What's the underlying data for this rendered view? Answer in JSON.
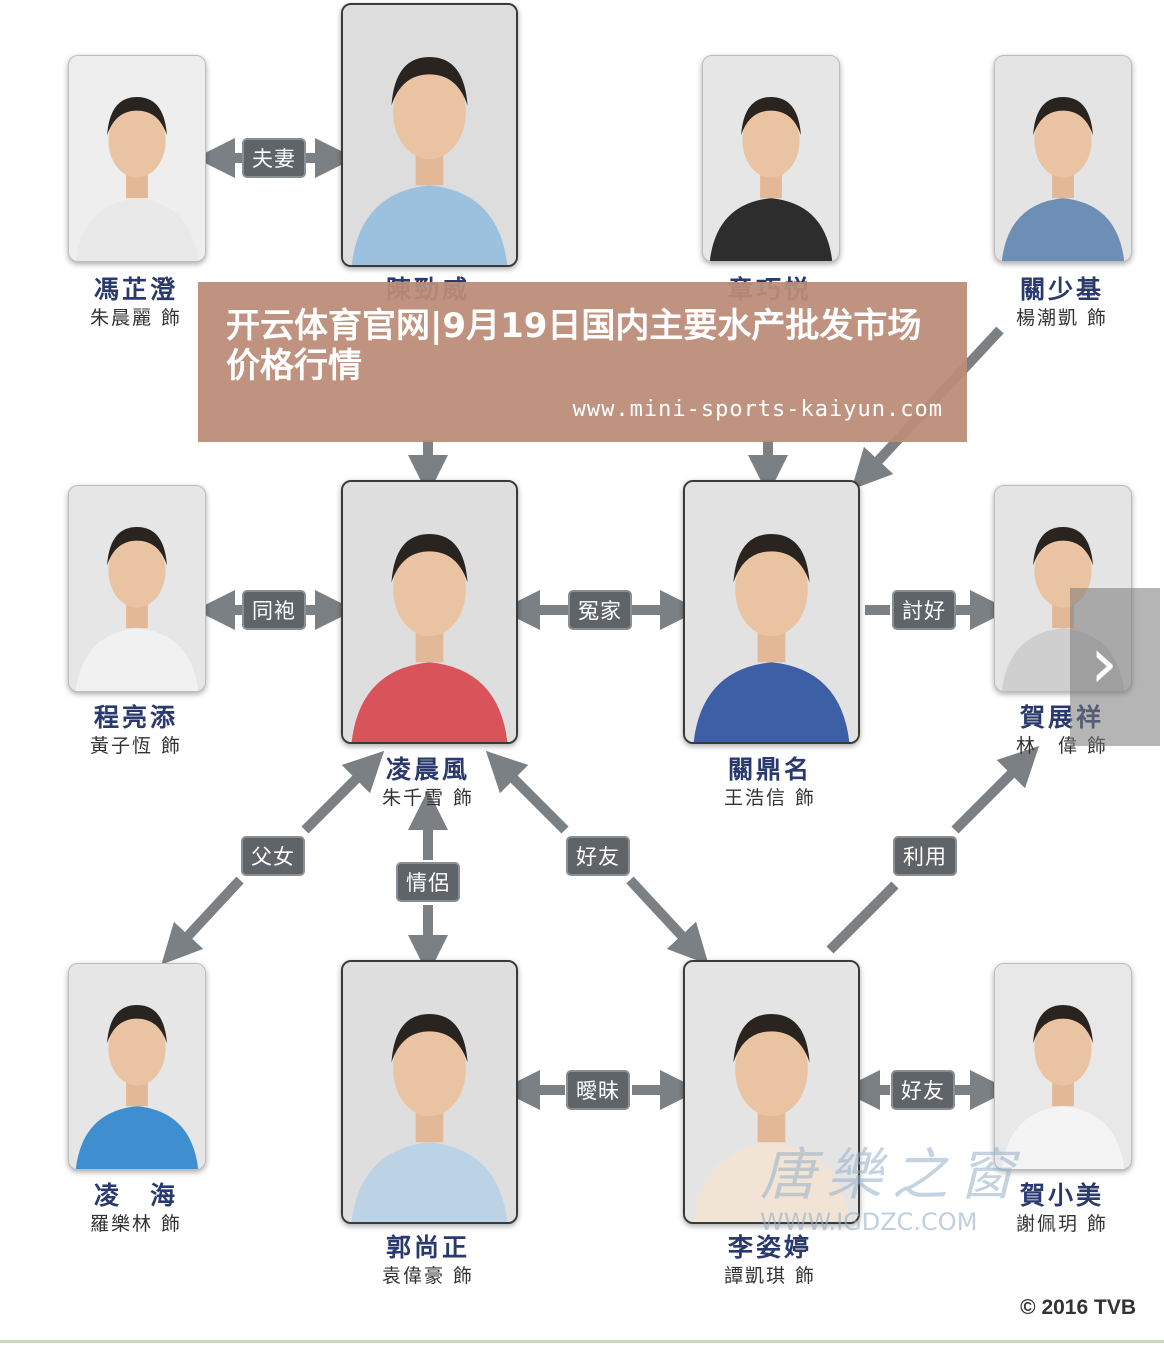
{
  "colors": {
    "arrow": "#7b8084",
    "label_bg": "#5f6468",
    "name": "#2a3a6e",
    "banner": "#bc8c78"
  },
  "characters": [
    {
      "id": "feng-zhi-deng",
      "name": "馮芷澄",
      "actor": "朱晨麗 飾",
      "bg": "#eeeeee",
      "shirt": "#e9e9e9"
    },
    {
      "id": "chen-jing-wei",
      "name": "陳勁威",
      "actor": "",
      "bg": "#dddddd",
      "shirt": "#9cc1de"
    },
    {
      "id": "zhang-qiao-yue",
      "name": "章巧悦",
      "actor": "",
      "bg": "#e6e6e6",
      "shirt": "#2d2d2d"
    },
    {
      "id": "guan-shao-ji",
      "name": "關少基",
      "actor": "楊潮凱 飾",
      "bg": "#e4e4e4",
      "shirt": "#6d8fb5"
    },
    {
      "id": "cheng-liang-tian",
      "name": "程亮添",
      "actor": "黃子恆 飾",
      "bg": "#e6e6e6",
      "shirt": "#f1f1f1"
    },
    {
      "id": "ling-chen-feng",
      "name": "凌晨風",
      "actor": "朱千雪 飾",
      "bg": "#dedede",
      "shirt": "#d9545a"
    },
    {
      "id": "guan-ding-ming",
      "name": "關鼎名",
      "actor": "王浩信 飾",
      "bg": "#e2e2e2",
      "shirt": "#3d5fa6"
    },
    {
      "id": "he-zhan-xiang",
      "name": "賀展祥",
      "actor": "林　偉 飾",
      "bg": "#e4e4e4",
      "shirt": "#cfcfcf"
    },
    {
      "id": "ling-hai",
      "name": "凌　海",
      "actor": "羅樂林 飾",
      "bg": "#e6e6e6",
      "shirt": "#3f8fd0"
    },
    {
      "id": "guo-shang-zheng",
      "name": "郭尚正",
      "actor": "袁偉豪 飾",
      "bg": "#dedede",
      "shirt": "#bcd3e6"
    },
    {
      "id": "li-zi-ting",
      "name": "李姿婷",
      "actor": "譚凱琪 飾",
      "bg": "#e4e4e4",
      "shirt": "#f1e4d4"
    },
    {
      "id": "he-xiao-mei",
      "name": "賀小美",
      "actor": "謝佩玥 飾",
      "bg": "#e8e8e8",
      "shirt": "#f4f4f4"
    }
  ],
  "relations": [
    {
      "id": "husband-wife",
      "label": "夫妻"
    },
    {
      "id": "colleague",
      "label": "同袍"
    },
    {
      "id": "enemies",
      "label": "冤家"
    },
    {
      "id": "flatter",
      "label": "討好"
    },
    {
      "id": "father-daughter",
      "label": "父女"
    },
    {
      "id": "lovers",
      "label": "情侶"
    },
    {
      "id": "friends-1",
      "label": "好友"
    },
    {
      "id": "use",
      "label": "利用"
    },
    {
      "id": "ambiguous",
      "label": "曖昧"
    },
    {
      "id": "friends-2",
      "label": "好友"
    }
  ],
  "banner": {
    "title": "开云体育官网|9月19日国内主要水产批发市场价格行情",
    "url": "www.mini-sports-kaiyun.com"
  },
  "watermark": {
    "text": "唐樂之窗",
    "url": "WWW.IGDZC.COM"
  },
  "copyright": "© 2016 TVB",
  "next_icon": "chevron-right-icon"
}
